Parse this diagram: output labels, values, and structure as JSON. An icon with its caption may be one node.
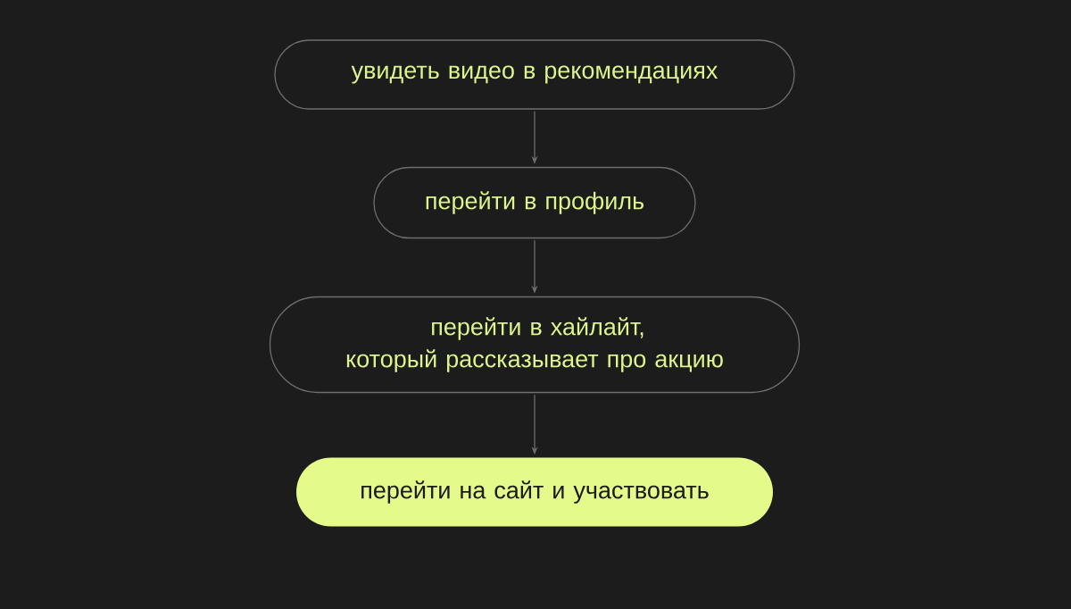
{
  "diagram": {
    "nodes": [
      {
        "text": [
          "увидеть видео в рекомендациях"
        ]
      },
      {
        "text": [
          "перейти в профиль"
        ]
      },
      {
        "text": [
          "перейти в хайлайт, который рассказывает про акцию"
        ]
      },
      {
        "text": [
          "перейти на сайт и участвовать"
        ]
      }
    ],
    "edges": [
      {
        "from": 0,
        "to": 1,
        "arrow": "to"
      },
      {
        "from": 1,
        "to": 2,
        "arrow": "to"
      },
      {
        "from": 2,
        "to": 3,
        "arrow": "to"
      }
    ]
  }
}
